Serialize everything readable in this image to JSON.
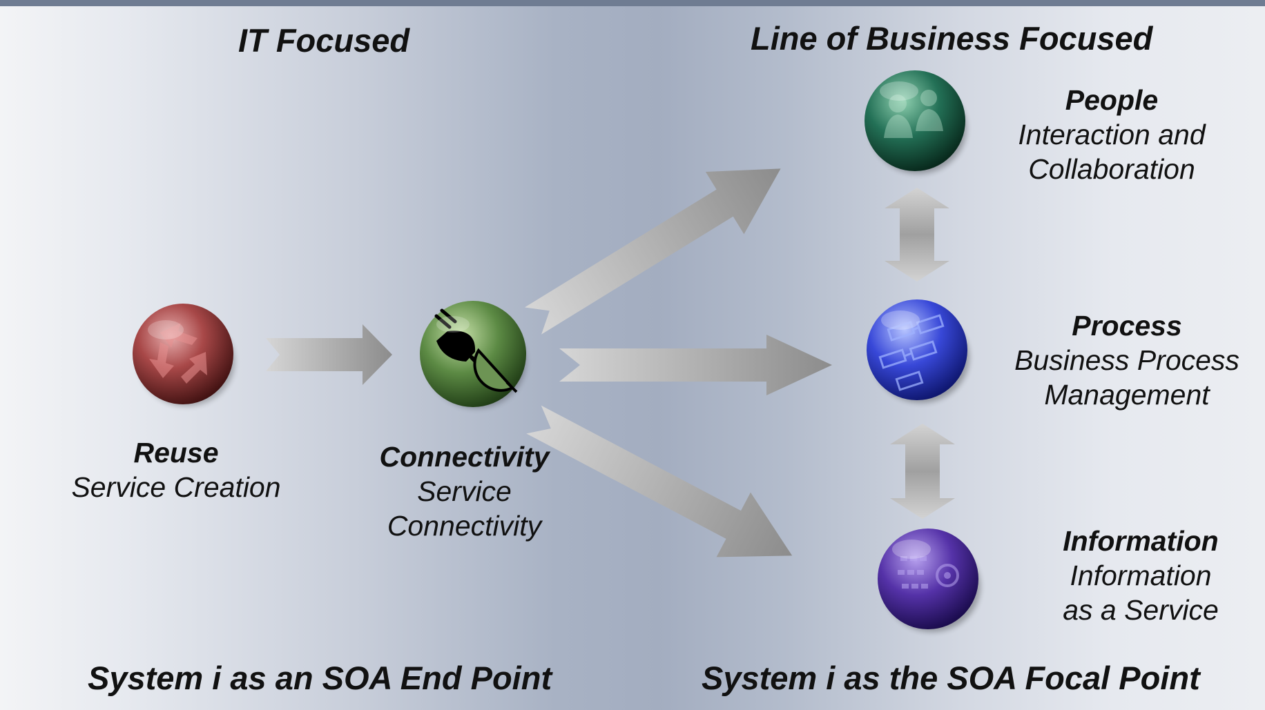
{
  "headings": {
    "it_focused": "IT Focused",
    "lob_focused": "Line of Business Focused",
    "end_point": "System i as an SOA End Point",
    "focal_point": "System i as the SOA Focal Point"
  },
  "nodes": {
    "reuse": {
      "title": "Reuse",
      "line1": "Service Creation",
      "color": "#8a2e2e",
      "icon": "recycle-icon"
    },
    "connectivity": {
      "title": "Connectivity",
      "line1": "Service",
      "line2": "Connectivity",
      "color": "#4f7a3c",
      "icon": "plug-icon"
    },
    "people": {
      "title": "People",
      "line1": "Interaction and",
      "line2": "Collaboration",
      "color": "#1f6b4f",
      "icon": "people-icon"
    },
    "process": {
      "title": "Process",
      "line1": "Business Process",
      "line2": "Management",
      "color": "#2f3fc6",
      "icon": "flowchart-icon"
    },
    "information": {
      "title": "Information",
      "line1": "Information",
      "line2": "as a Service",
      "color": "#4c2a9a",
      "icon": "database-icon"
    }
  }
}
